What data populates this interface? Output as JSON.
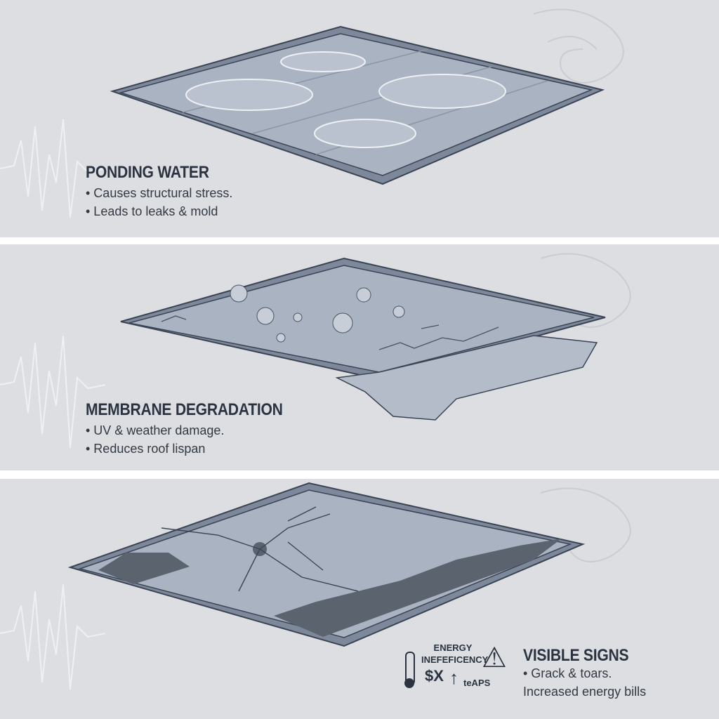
{
  "panels": [
    {
      "title": "PONDING WATER",
      "bullets": [
        "• Causes structural stress.",
        "• Leads to leaks & mold"
      ]
    },
    {
      "title": "MEMBRANE DEGRADATION",
      "bullets": [
        "• UV & weather damage.",
        "• Reduces roof lispan"
      ]
    },
    {
      "title": "VISIBLE SIGNS",
      "bullets": [
        "• Grack & toars.",
        "Increased energy bills"
      ]
    }
  ],
  "energy": {
    "label": "ENERGY INEFEFICENCY",
    "cost": "$X",
    "tears": "teAPS"
  },
  "icons": [
    "thermometer-icon",
    "warning-icon",
    "arrow-up-icon",
    "wind-swirl-icon",
    "seismic-wave-icon"
  ],
  "colors": {
    "background": "#dcdee1",
    "roof": "#a9b3c2",
    "frame": "#7d889a",
    "outline": "#3a4454",
    "text": "#2b3340"
  }
}
